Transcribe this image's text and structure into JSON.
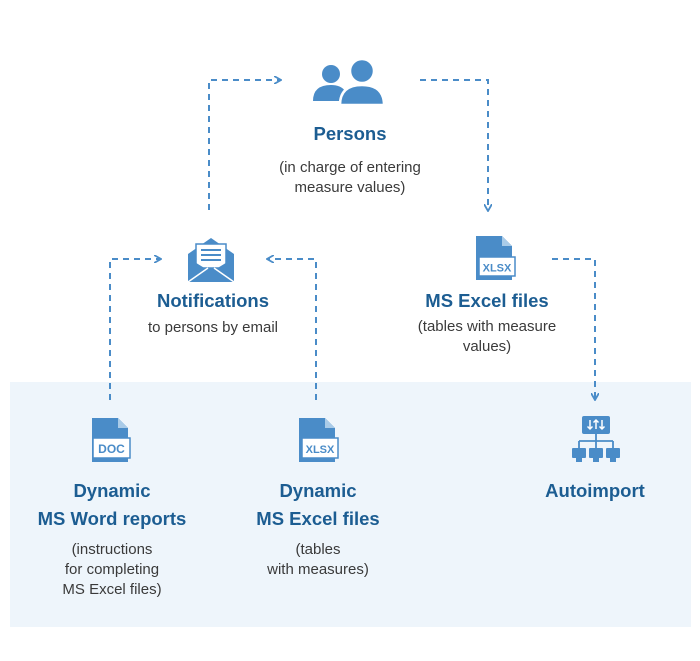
{
  "colors": {
    "accent": "#4a8cc8",
    "title": "#1c5d92",
    "text": "#3a3a3a",
    "panel": "#eef5fb"
  },
  "persons": {
    "icon": "persons-icon",
    "title": "Persons",
    "sub_line1": "(in charge of entering",
    "sub_line2": "measure values)"
  },
  "notifications": {
    "icon": "envelope-icon",
    "title": "Notifications",
    "sub_line1": "to persons by email"
  },
  "excel_files": {
    "icon": "xlsx-file-icon",
    "icon_label": "XLSX",
    "title": "MS Excel files",
    "sub_line1": "(tables with measure",
    "sub_line2": "values)"
  },
  "word_reports": {
    "icon": "doc-file-icon",
    "icon_label": "DOC",
    "title_line1": "Dynamic",
    "title_line2": "MS Word reports",
    "sub_line1": "(instructions",
    "sub_line2": "for completing",
    "sub_line3": "MS Excel files)"
  },
  "dynamic_excel": {
    "icon": "xlsx-file-icon",
    "icon_label": "XLSX",
    "title_line1": "Dynamic",
    "title_line2": "MS Excel files",
    "sub_line1": "(tables",
    "sub_line2": "with measures)"
  },
  "autoimport": {
    "icon": "network-import-icon",
    "title": "Autoimport"
  }
}
